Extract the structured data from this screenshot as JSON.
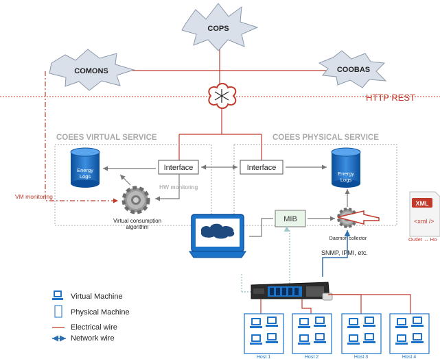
{
  "clouds": {
    "cops": "COPS",
    "comons": "COMONS",
    "coobas": "COOBAS"
  },
  "http_rest": "HTTP REST",
  "virtual_service": {
    "title": "COEES VIRTUAL SERVICE",
    "interface": "Interface",
    "db_line1": "Energy",
    "db_line2": "Logs",
    "hw_monitoring": "HW monitoring",
    "vm_monitoring": "VM monitoring",
    "algo_line1": "Virtual consumption",
    "algo_line2": "algorithm"
  },
  "physical_service": {
    "title": "COEES PHYSICAL SERVICE",
    "interface": "Interface",
    "db_line1": "Energy",
    "db_line2": "Logs",
    "mib": "MIB",
    "daemon": "Daemon collector",
    "protocols": "SNMP, IPMI, etc."
  },
  "xml": {
    "badge": "XML",
    "tag": "<xml />",
    "caption": "Outlet ↔ Ho"
  },
  "legend": {
    "virtual_machine": "Virtual Machine",
    "physical_machine": "Physical Machine",
    "electrical_wire": "Electrical wire",
    "network_wire": "Network wire"
  },
  "hosts": [
    "Host 1",
    "Host 2",
    "Host 3",
    "Host 4"
  ],
  "colors": {
    "electrical": "#c0392b",
    "network": "#2c6fb0",
    "cloud_fill": "#d9e0ea",
    "vm_blue": "#1a73c9"
  }
}
